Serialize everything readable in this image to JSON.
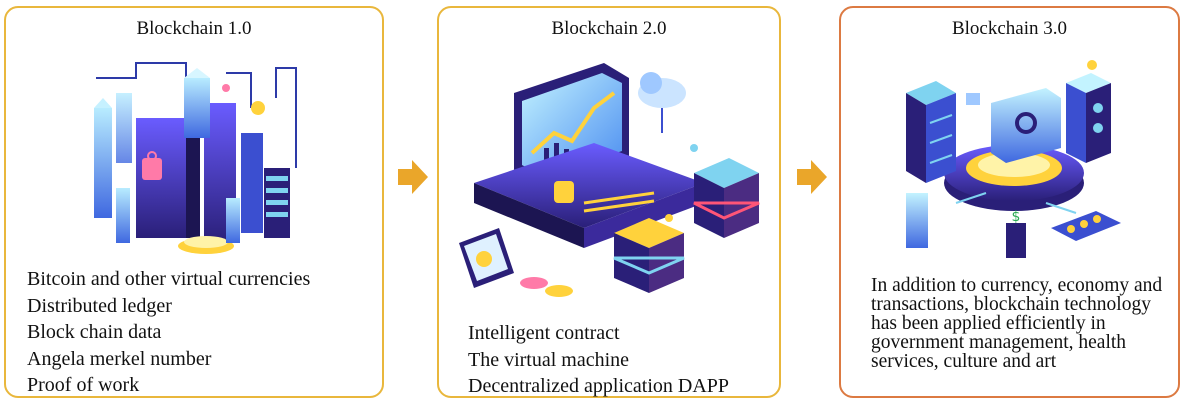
{
  "panels": [
    {
      "title": "Blockchain 1.0",
      "items": [
        "Bitcoin and other virtual currencies",
        "Distributed ledger",
        "Block chain data",
        "Angela merkel number",
        "Proof of work"
      ]
    },
    {
      "title": "Blockchain 2.0",
      "items": [
        "Intelligent contract",
        "The virtual machine",
        "Decentralized application DAPP"
      ]
    },
    {
      "title": "Blockchain 3.0",
      "description": "In addition to currency, economy and transactions, blockchain technology has been applied efficiently in government management, health services, culture and art"
    }
  ],
  "colors": {
    "border_gold": "#e9b73c",
    "border_orange": "#dc7a42",
    "arrow": "#eaa62a",
    "illustration_blue": "#3b4fd0",
    "illustration_purple": "#4b2c82",
    "illustration_cyan": "#7fd3f0",
    "illustration_yellow": "#ffd23c"
  },
  "icons": [
    "blockchain-1-illustration",
    "blockchain-2-illustration",
    "blockchain-3-illustration",
    "arrow-right-icon"
  ]
}
